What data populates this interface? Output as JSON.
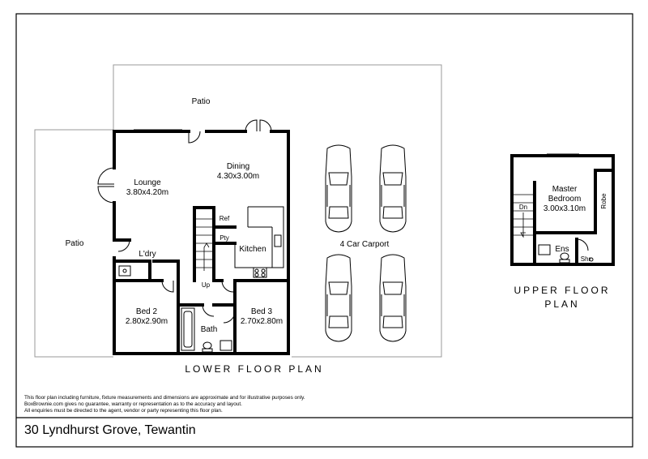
{
  "lower_floor": {
    "caption": "LOWER FLOOR PLAN",
    "patio_top": "Patio",
    "patio_left": "Patio",
    "lounge": {
      "name": "Lounge",
      "size": "3.80x4.20m"
    },
    "dining": {
      "name": "Dining",
      "size": "4.30x3.00m"
    },
    "laundry": "L'dry",
    "ref": "Ref",
    "pantry": "Pty",
    "kitchen": "Kitchen",
    "up": "Up",
    "bed2": {
      "name": "Bed 2",
      "size": "2.80x2.90m"
    },
    "bath": "Bath",
    "bed3": {
      "name": "Bed 3",
      "size": "2.70x2.80m"
    },
    "carport": "4 Car Carport"
  },
  "upper_floor": {
    "caption_line1": "UPPER FLOOR",
    "caption_line2": "PLAN",
    "master": {
      "name_line1": "Master",
      "name_line2": "Bedroom",
      "size": "3.00x3.10m"
    },
    "dn": "Dn",
    "robe": "Robe",
    "ens": "Ens",
    "shr": "Shr"
  },
  "disclaimer": [
    "This floor plan including furniture, fixture measurements and dimensions are approximate and for illustrative purposes only.",
    "BoxBrownie.com gives no guarantee, warranty or representation as to the accuracy and layout.",
    "All enquiries must be directed to the agent, vendor or party representing this floor plan."
  ],
  "address": "30 Lyndhurst Grove, Tewantin"
}
